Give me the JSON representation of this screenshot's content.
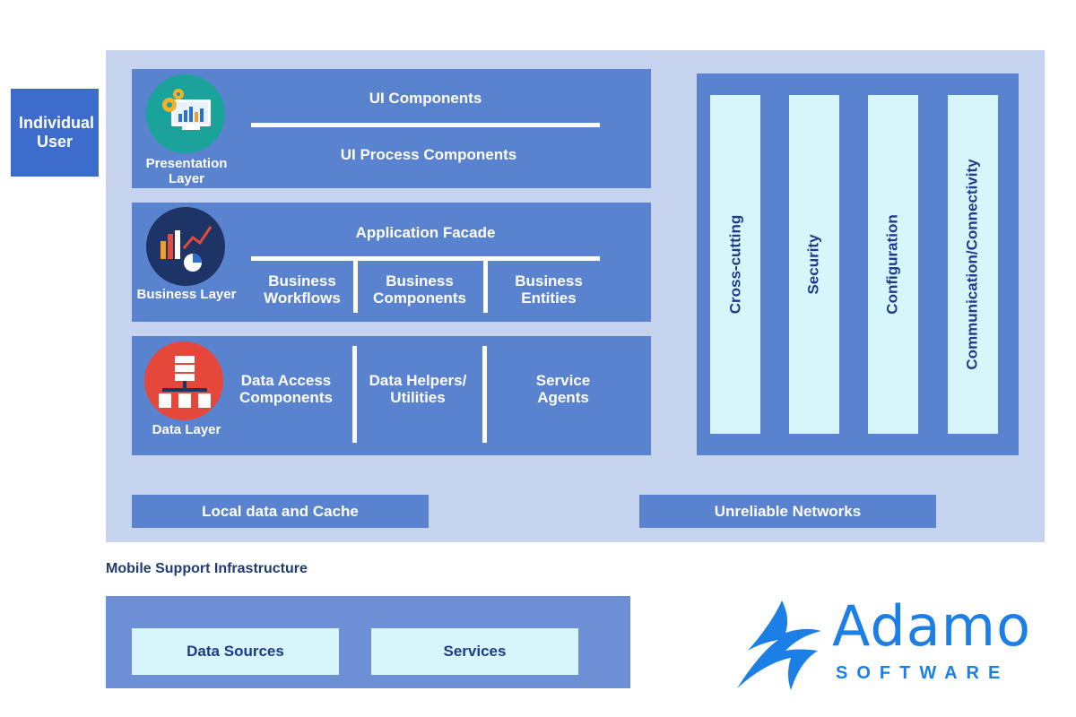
{
  "user": {
    "label": "Individual User"
  },
  "presentation": {
    "icon_label": "Presentation Layer",
    "ui_components": "UI Components",
    "ui_process": "UI Process Components"
  },
  "business": {
    "icon_label": "Business Layer",
    "facade": "Application Facade",
    "workflows": "Business Workflows",
    "components": "Business Components",
    "entities": "Business Entities"
  },
  "data_layer": {
    "icon_label": "Data Layer",
    "access": "Data Access Components",
    "helpers": "Data Helpers/ Utilities",
    "agents": "Service Agents"
  },
  "crosscutting": {
    "items": [
      "Cross-cutting",
      "Security",
      "Configuration",
      "Communication/Connectivity"
    ]
  },
  "bottom": {
    "local_cache": "Local data and Cache",
    "networks": "Unreliable Networks"
  },
  "mobile": {
    "title": "Mobile Support Infrastructure",
    "data_sources": "Data Sources",
    "services": "Services"
  },
  "logo": {
    "word": "Adamo",
    "sub": "SOFTWARE"
  },
  "colors": {
    "layer": "#5a83cf",
    "background_panel": "#c5d3ef",
    "bar": "#d7f6fb",
    "logo": "#1c7fe6"
  }
}
